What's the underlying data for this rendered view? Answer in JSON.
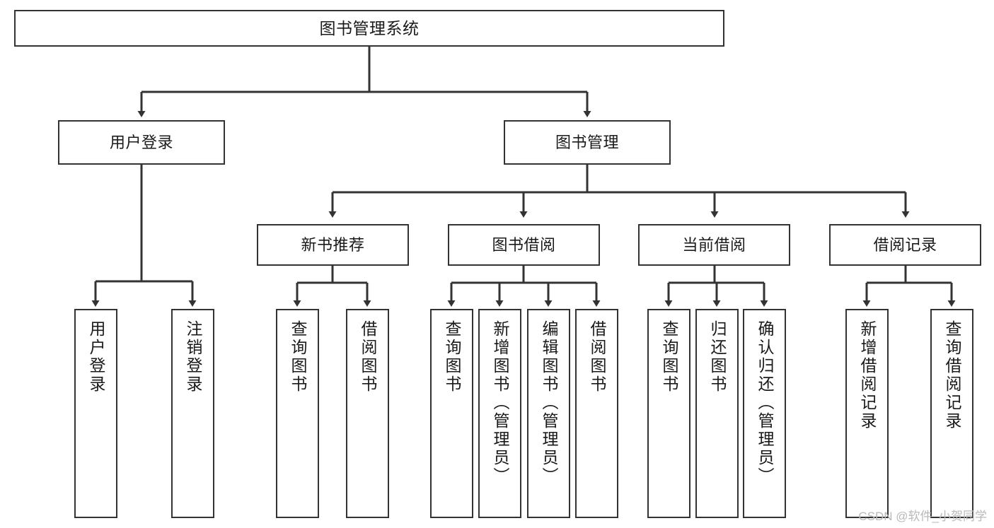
{
  "diagram": {
    "title": "图书管理系统",
    "type": "hierarchy-tree",
    "stroke_color": "#333333",
    "fill_color": "#ffffff",
    "text_color": "#1a1a1a",
    "root": {
      "label": "图书管理系统"
    },
    "level2": [
      {
        "label": "用户登录"
      },
      {
        "label": "图书管理"
      }
    ],
    "level3": [
      {
        "label": "新书推荐"
      },
      {
        "label": "图书借阅"
      },
      {
        "label": "当前借阅"
      },
      {
        "label": "借阅记录"
      }
    ],
    "leaves": {
      "user_login": [
        {
          "label": "用户登录"
        },
        {
          "label": "注销登录"
        }
      ],
      "new_book_recommend": [
        {
          "label": "查询图书"
        },
        {
          "label": "借阅图书"
        }
      ],
      "book_borrow": [
        {
          "label": "查询图书"
        },
        {
          "label": "新增图书（管理员）"
        },
        {
          "label": "编辑图书（管理员）"
        },
        {
          "label": "借阅图书"
        }
      ],
      "current_borrow": [
        {
          "label": "查询图书"
        },
        {
          "label": "归还图书"
        },
        {
          "label": "确认归还（管理员）"
        }
      ],
      "borrow_record": [
        {
          "label": "新增借阅记录"
        },
        {
          "label": "查询借阅记录"
        }
      ]
    }
  },
  "watermark": {
    "text": "CSDN @软件_小贺同学"
  }
}
